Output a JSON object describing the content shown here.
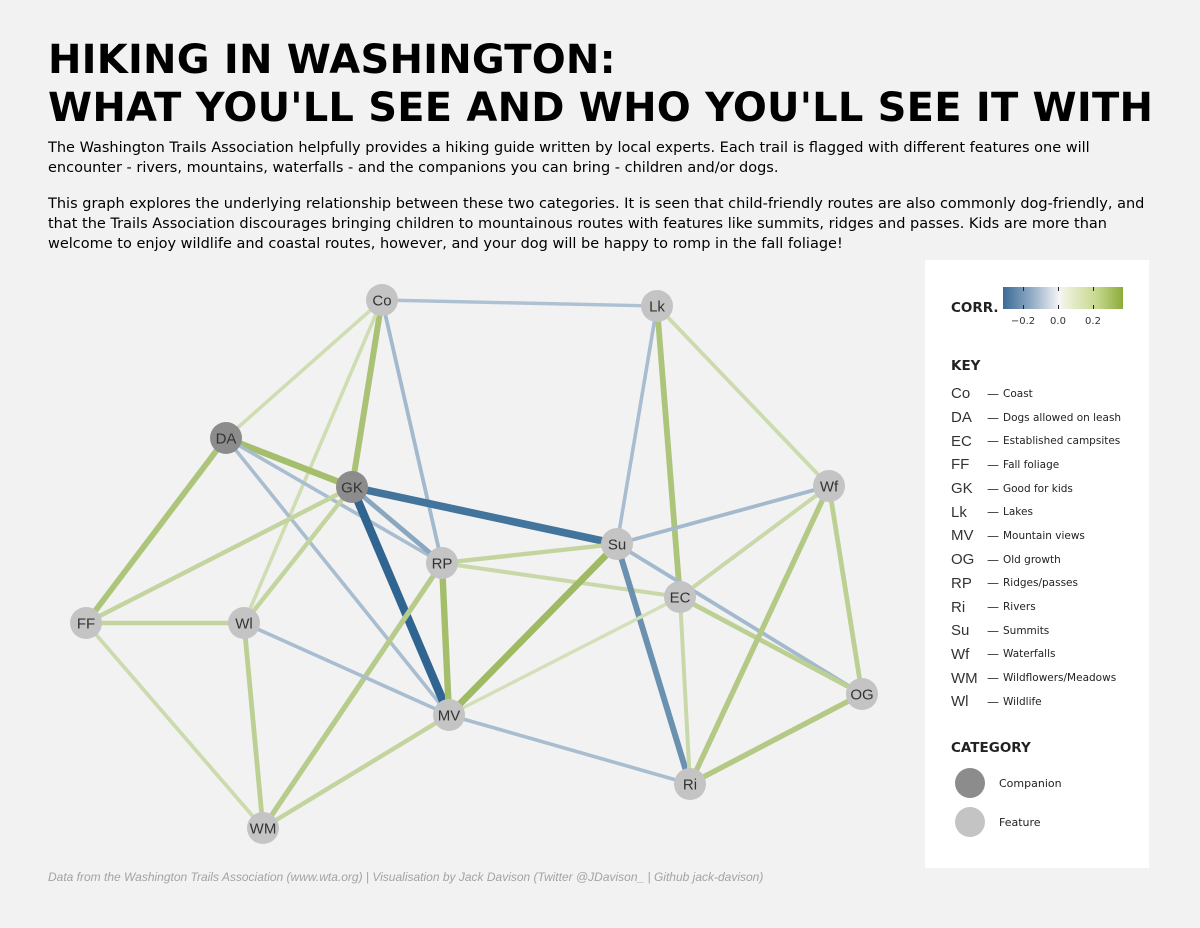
{
  "title_line1": "HIKING IN WASHINGTON:",
  "title_line2": "WHAT YOU'LL SEE AND WHO YOU'LL SEE IT WITH",
  "description_1": "The Washington Trails Association helpfully provides a hiking guide written by local experts. Each trail is flagged with different features one will encounter - rivers, mountains, waterfalls - and the companions you can bring - children and/or dogs.",
  "description_2": "This graph explores the underlying relationship between these two categories. It is seen that child-friendly routes are also commonly dog-friendly, and that the Trails Association discourages bringing children to mountainous routes with features like summits, ridges and passes. Kids are more than welcome to enjoy wildlife and coastal routes, however, and your dog will be happy to romp in the fall foliage!",
  "caption": "Data from the Washington Trails Association (www.wta.org) | Visualisation by Jack Davison (Twitter @JDavison_ | Github jack-davison)",
  "legend": {
    "corr_title": "CORR.",
    "ticks": [
      "−0.2",
      "0.0",
      "0.2"
    ],
    "key_title": "KEY",
    "category_title": "CATEGORY",
    "categories": [
      {
        "label": "Companion",
        "color": "#8c8c8c"
      },
      {
        "label": "Feature",
        "color": "#c4c4c4"
      }
    ]
  },
  "key": [
    {
      "abbr": "Co",
      "label": "Coast"
    },
    {
      "abbr": "DA",
      "label": "Dogs allowed on leash"
    },
    {
      "abbr": "EC",
      "label": "Established campsites"
    },
    {
      "abbr": "FF",
      "label": "Fall foliage"
    },
    {
      "abbr": "GK",
      "label": "Good for kids"
    },
    {
      "abbr": "Lk",
      "label": "Lakes"
    },
    {
      "abbr": "MV",
      "label": "Mountain views"
    },
    {
      "abbr": "OG",
      "label": "Old growth"
    },
    {
      "abbr": "RP",
      "label": "Ridges/passes"
    },
    {
      "abbr": "Ri",
      "label": "Rivers"
    },
    {
      "abbr": "Su",
      "label": "Summits"
    },
    {
      "abbr": "Wf",
      "label": "Waterfalls"
    },
    {
      "abbr": "WM",
      "label": "Wildflowers/Meadows"
    },
    {
      "abbr": "Wl",
      "label": "Wildlife"
    }
  ],
  "network": {
    "nodes": [
      {
        "id": "Co",
        "category": "Feature"
      },
      {
        "id": "Lk",
        "category": "Feature"
      },
      {
        "id": "DA",
        "category": "Companion"
      },
      {
        "id": "GK",
        "category": "Companion"
      },
      {
        "id": "Wf",
        "category": "Feature"
      },
      {
        "id": "Su",
        "category": "Feature"
      },
      {
        "id": "RP",
        "category": "Feature"
      },
      {
        "id": "EC",
        "category": "Feature"
      },
      {
        "id": "FF",
        "category": "Feature"
      },
      {
        "id": "Wl",
        "category": "Feature"
      },
      {
        "id": "OG",
        "category": "Feature"
      },
      {
        "id": "MV",
        "category": "Feature"
      },
      {
        "id": "Ri",
        "category": "Feature"
      },
      {
        "id": "WM",
        "category": "Feature"
      }
    ],
    "edges": [
      {
        "source": "Co",
        "target": "Lk",
        "corr": -0.05
      },
      {
        "source": "Co",
        "target": "DA",
        "corr": 0.06
      },
      {
        "source": "Co",
        "target": "GK",
        "corr": 0.18
      },
      {
        "source": "Co",
        "target": "Wl",
        "corr": 0.06
      },
      {
        "source": "Co",
        "target": "RP",
        "corr": -0.07
      },
      {
        "source": "Lk",
        "target": "Su",
        "corr": -0.06
      },
      {
        "source": "Lk",
        "target": "EC",
        "corr": 0.17
      },
      {
        "source": "Lk",
        "target": "Wf",
        "corr": 0.07
      },
      {
        "source": "DA",
        "target": "GK",
        "corr": 0.2
      },
      {
        "source": "DA",
        "target": "FF",
        "corr": 0.17
      },
      {
        "source": "DA",
        "target": "RP",
        "corr": -0.06
      },
      {
        "source": "DA",
        "target": "MV",
        "corr": -0.06
      },
      {
        "source": "GK",
        "target": "Su",
        "corr": -0.26
      },
      {
        "source": "GK",
        "target": "MV",
        "corr": -0.3
      },
      {
        "source": "GK",
        "target": "FF",
        "corr": 0.1
      },
      {
        "source": "GK",
        "target": "Wl",
        "corr": 0.1
      },
      {
        "source": "GK",
        "target": "RP",
        "corr": -0.12
      },
      {
        "source": "RP",
        "target": "Su",
        "corr": 0.1
      },
      {
        "source": "RP",
        "target": "MV",
        "corr": 0.2
      },
      {
        "source": "RP",
        "target": "EC",
        "corr": 0.08
      },
      {
        "source": "RP",
        "target": "WM",
        "corr": 0.14
      },
      {
        "source": "Su",
        "target": "Wf",
        "corr": -0.07
      },
      {
        "source": "Su",
        "target": "MV",
        "corr": 0.22
      },
      {
        "source": "Su",
        "target": "Ri",
        "corr": -0.18
      },
      {
        "source": "Su",
        "target": "OG",
        "corr": -0.07
      },
      {
        "source": "EC",
        "target": "Wf",
        "corr": 0.08
      },
      {
        "source": "EC",
        "target": "OG",
        "corr": 0.12
      },
      {
        "source": "EC",
        "target": "Ri",
        "corr": 0.08
      },
      {
        "source": "EC",
        "target": "MV",
        "corr": 0.05
      },
      {
        "source": "Wf",
        "target": "OG",
        "corr": 0.12
      },
      {
        "source": "Wf",
        "target": "Ri",
        "corr": 0.15
      },
      {
        "source": "OG",
        "target": "Ri",
        "corr": 0.15
      },
      {
        "source": "FF",
        "target": "Wl",
        "corr": 0.1
      },
      {
        "source": "FF",
        "target": "WM",
        "corr": 0.07
      },
      {
        "source": "Wl",
        "target": "WM",
        "corr": 0.12
      },
      {
        "source": "Wl",
        "target": "MV",
        "corr": -0.06
      },
      {
        "source": "MV",
        "target": "WM",
        "corr": 0.1
      },
      {
        "source": "MV",
        "target": "Ri",
        "corr": -0.06
      }
    ]
  }
}
